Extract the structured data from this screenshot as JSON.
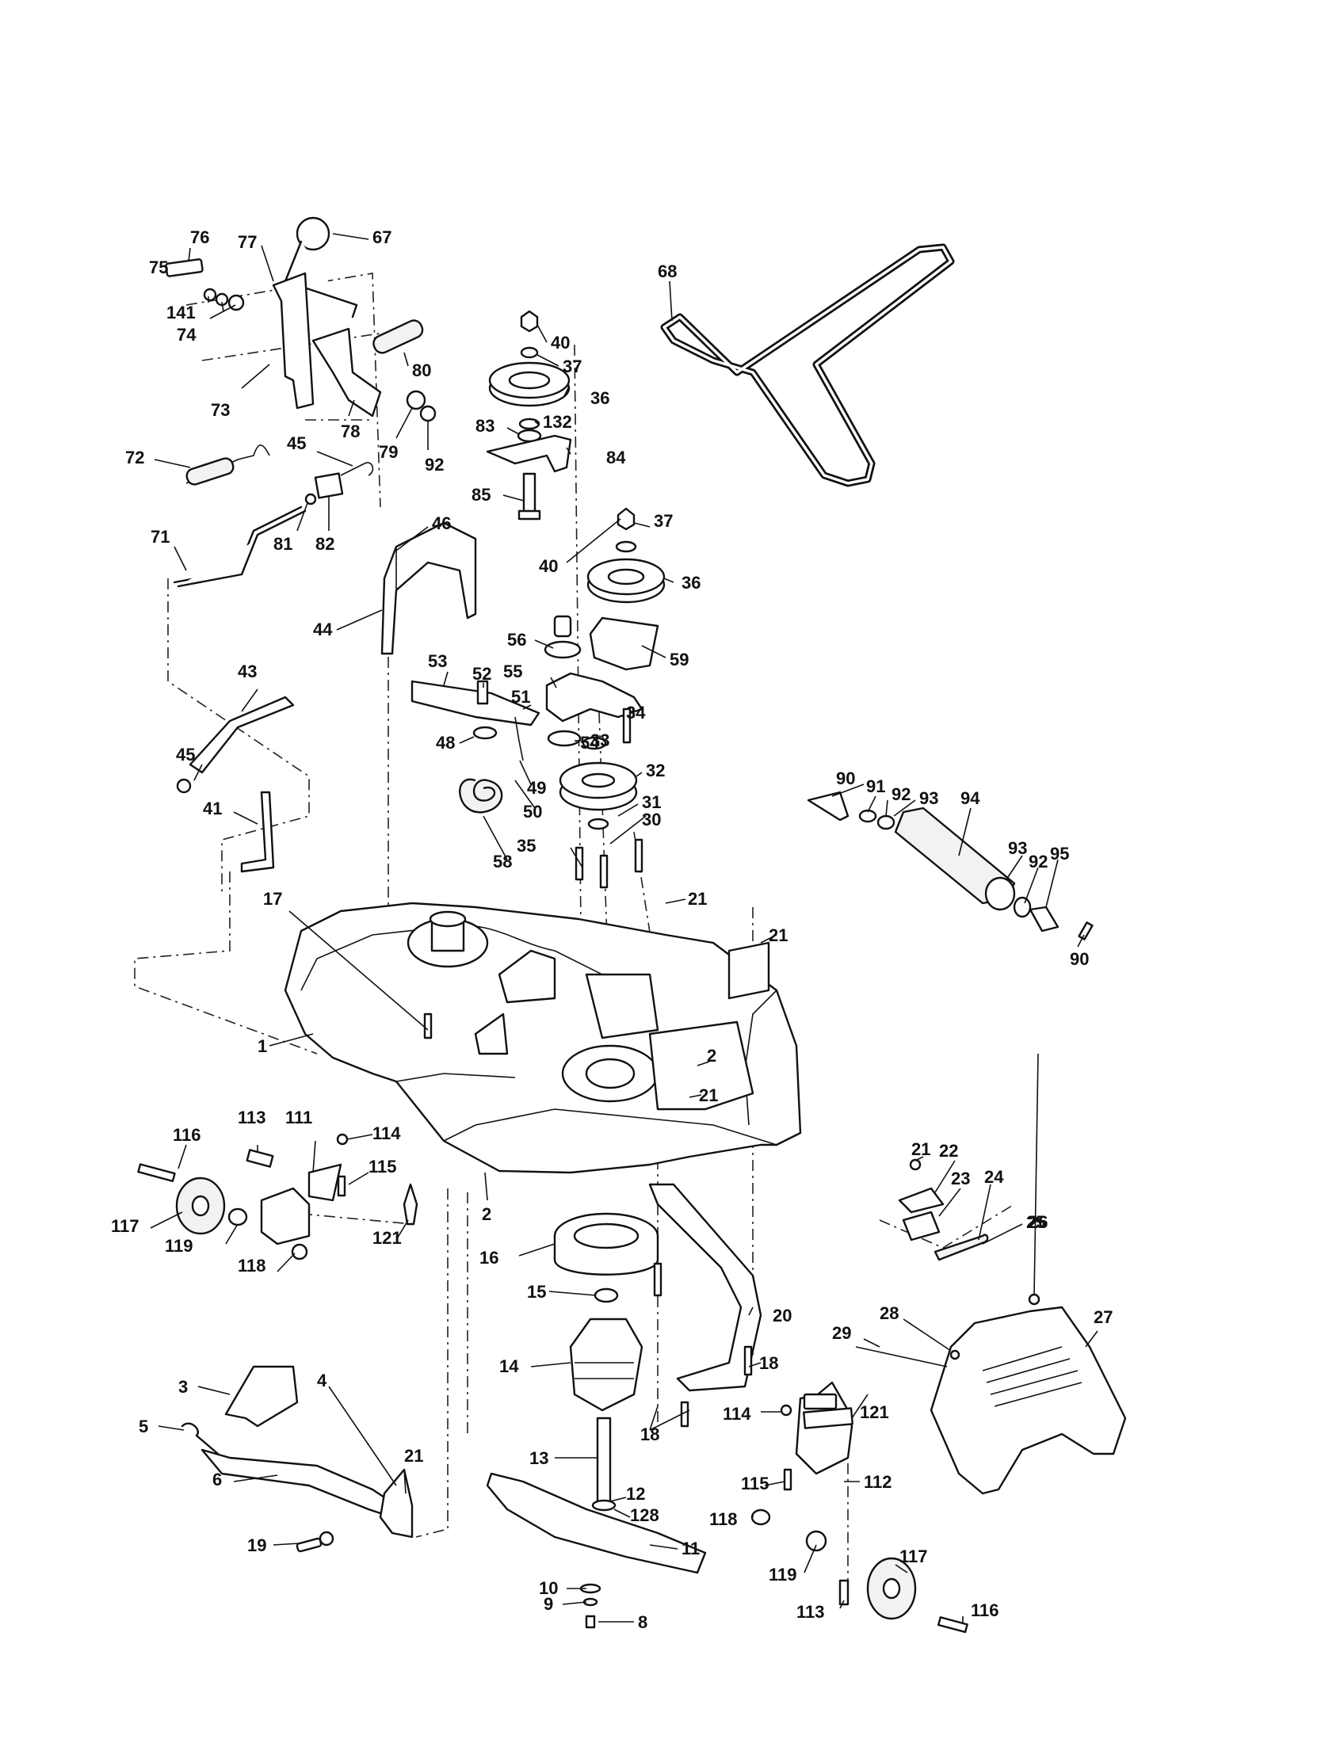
{
  "diagram": {
    "callouts": [
      {
        "id": "c67",
        "label": "67"
      },
      {
        "id": "c76",
        "label": "76"
      },
      {
        "id": "c77",
        "label": "77"
      },
      {
        "id": "c75",
        "label": "75"
      },
      {
        "id": "c141",
        "label": "141"
      },
      {
        "id": "c74",
        "label": "74"
      },
      {
        "id": "c80",
        "label": "80"
      },
      {
        "id": "c73",
        "label": "73"
      },
      {
        "id": "c78",
        "label": "78"
      },
      {
        "id": "c79",
        "label": "79"
      },
      {
        "id": "c92a",
        "label": "92"
      },
      {
        "id": "c72",
        "label": "72"
      },
      {
        "id": "c45a",
        "label": "45"
      },
      {
        "id": "c81",
        "label": "81"
      },
      {
        "id": "c82",
        "label": "82"
      },
      {
        "id": "c71",
        "label": "71"
      },
      {
        "id": "c40a",
        "label": "40"
      },
      {
        "id": "c37a",
        "label": "37"
      },
      {
        "id": "c36a",
        "label": "36"
      },
      {
        "id": "c83",
        "label": "83"
      },
      {
        "id": "c132",
        "label": "132"
      },
      {
        "id": "c84",
        "label": "84"
      },
      {
        "id": "c85",
        "label": "85"
      },
      {
        "id": "c68",
        "label": "68"
      },
      {
        "id": "c46",
        "label": "46"
      },
      {
        "id": "c37b",
        "label": "37"
      },
      {
        "id": "c40b",
        "label": "40"
      },
      {
        "id": "c36b",
        "label": "36"
      },
      {
        "id": "c44",
        "label": "44"
      },
      {
        "id": "c56",
        "label": "56"
      },
      {
        "id": "c59",
        "label": "59"
      },
      {
        "id": "c55",
        "label": "55"
      },
      {
        "id": "c53",
        "label": "53"
      },
      {
        "id": "c52",
        "label": "52"
      },
      {
        "id": "c51",
        "label": "51"
      },
      {
        "id": "c34",
        "label": "34"
      },
      {
        "id": "c43",
        "label": "43"
      },
      {
        "id": "c54",
        "label": "54"
      },
      {
        "id": "c33",
        "label": "33"
      },
      {
        "id": "c48",
        "label": "48"
      },
      {
        "id": "c32",
        "label": "32"
      },
      {
        "id": "c45b",
        "label": "45"
      },
      {
        "id": "c49",
        "label": "49"
      },
      {
        "id": "c31",
        "label": "31"
      },
      {
        "id": "c50",
        "label": "50"
      },
      {
        "id": "c41",
        "label": "41"
      },
      {
        "id": "c30",
        "label": "30"
      },
      {
        "id": "c35",
        "label": "35"
      },
      {
        "id": "c58",
        "label": "58"
      },
      {
        "id": "c90a",
        "label": "90"
      },
      {
        "id": "c91",
        "label": "91"
      },
      {
        "id": "c92b",
        "label": "92"
      },
      {
        "id": "c93a",
        "label": "93"
      },
      {
        "id": "c94",
        "label": "94"
      },
      {
        "id": "c93b",
        "label": "93"
      },
      {
        "id": "c92c",
        "label": "92"
      },
      {
        "id": "c95",
        "label": "95"
      },
      {
        "id": "c90b",
        "label": "90"
      },
      {
        "id": "c17",
        "label": "17"
      },
      {
        "id": "c21a",
        "label": "21"
      },
      {
        "id": "c21b",
        "label": "21"
      },
      {
        "id": "c1",
        "label": "1"
      },
      {
        "id": "c2a",
        "label": "2"
      },
      {
        "id": "c21c",
        "label": "21"
      },
      {
        "id": "c116a",
        "label": "116"
      },
      {
        "id": "c113a",
        "label": "113"
      },
      {
        "id": "c111",
        "label": "111"
      },
      {
        "id": "c114a",
        "label": "114"
      },
      {
        "id": "c115a",
        "label": "115"
      },
      {
        "id": "c117a",
        "label": "117"
      },
      {
        "id": "c119a",
        "label": "119"
      },
      {
        "id": "c121a",
        "label": "121"
      },
      {
        "id": "c118a",
        "label": "118"
      },
      {
        "id": "c2b",
        "label": "2"
      },
      {
        "id": "c16",
        "label": "16"
      },
      {
        "id": "c21d",
        "label": "21"
      },
      {
        "id": "c22",
        "label": "22"
      },
      {
        "id": "c23",
        "label": "23"
      },
      {
        "id": "c24",
        "label": "24"
      },
      {
        "id": "c25",
        "label": "25"
      },
      {
        "id": "c26",
        "label": "26"
      },
      {
        "id": "c27",
        "label": "27"
      },
      {
        "id": "c15",
        "label": "15"
      },
      {
        "id": "c20",
        "label": "20"
      },
      {
        "id": "c28",
        "label": "28"
      },
      {
        "id": "c29",
        "label": "29"
      },
      {
        "id": "c14",
        "label": "14"
      },
      {
        "id": "c18a",
        "label": "18"
      },
      {
        "id": "c3",
        "label": "3"
      },
      {
        "id": "c4",
        "label": "4"
      },
      {
        "id": "c114b",
        "label": "114"
      },
      {
        "id": "c121b",
        "label": "121"
      },
      {
        "id": "c18b",
        "label": "18"
      },
      {
        "id": "c5",
        "label": "5"
      },
      {
        "id": "c21e",
        "label": "21"
      },
      {
        "id": "c6",
        "label": "6"
      },
      {
        "id": "c13",
        "label": "13"
      },
      {
        "id": "c112",
        "label": "112"
      },
      {
        "id": "c115b",
        "label": "115"
      },
      {
        "id": "c12",
        "label": "12"
      },
      {
        "id": "c128",
        "label": "128"
      },
      {
        "id": "c118b",
        "label": "118"
      },
      {
        "id": "c19",
        "label": "19"
      },
      {
        "id": "c11",
        "label": "11"
      },
      {
        "id": "c117b",
        "label": "117"
      },
      {
        "id": "c119b",
        "label": "119"
      },
      {
        "id": "c10",
        "label": "10"
      },
      {
        "id": "c9",
        "label": "9"
      },
      {
        "id": "c113b",
        "label": "113"
      },
      {
        "id": "c116b",
        "label": "116"
      },
      {
        "id": "c8",
        "label": "8"
      }
    ]
  }
}
